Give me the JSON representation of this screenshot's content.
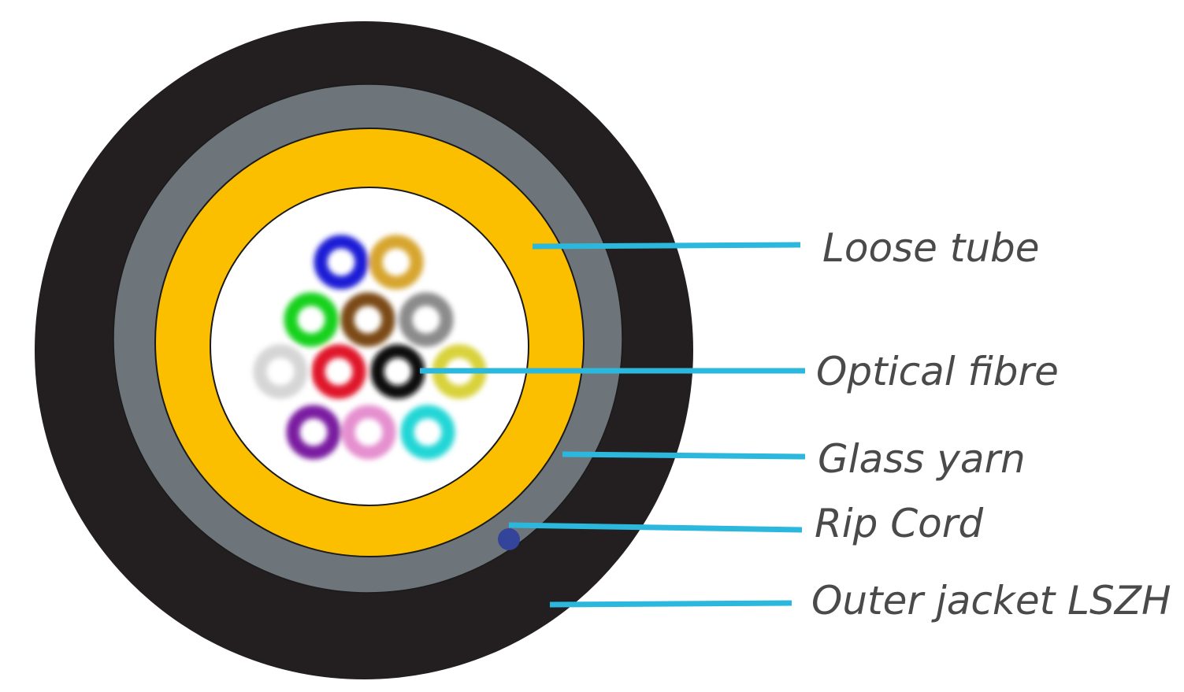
{
  "colors": {
    "outer_jacket": "#231f20",
    "glass_yarn": "#6d757a",
    "loose_tube": "#fbbf00",
    "interior": "#ffffff",
    "rip_cord": "#34449a",
    "leader_line": "#2bb8dc",
    "label_text": "#4a4a4a"
  },
  "labels": {
    "loose_tube": "Loose tube",
    "optical_fibre": "Optical fibre",
    "glass_yarn": "Glass yarn",
    "rip_cord": "Rip Cord",
    "outer_jacket": "Outer jacket LSZH"
  },
  "fibres": [
    {
      "color": "#1a1ed6",
      "name": "blue"
    },
    {
      "color": "#d7a52d",
      "name": "orange"
    },
    {
      "color": "#19d11f",
      "name": "green"
    },
    {
      "color": "#7a4a18",
      "name": "brown"
    },
    {
      "color": "#8b8b8b",
      "name": "grey"
    },
    {
      "color": "#d5d5d5",
      "name": "white"
    },
    {
      "color": "#e0182a",
      "name": "red"
    },
    {
      "color": "#111111",
      "name": "black"
    },
    {
      "color": "#d8d23a",
      "name": "yellow"
    },
    {
      "color": "#7a1aa0",
      "name": "violet"
    },
    {
      "color": "#e58fcf",
      "name": "pink"
    },
    {
      "color": "#22d6d6",
      "name": "aqua"
    }
  ]
}
